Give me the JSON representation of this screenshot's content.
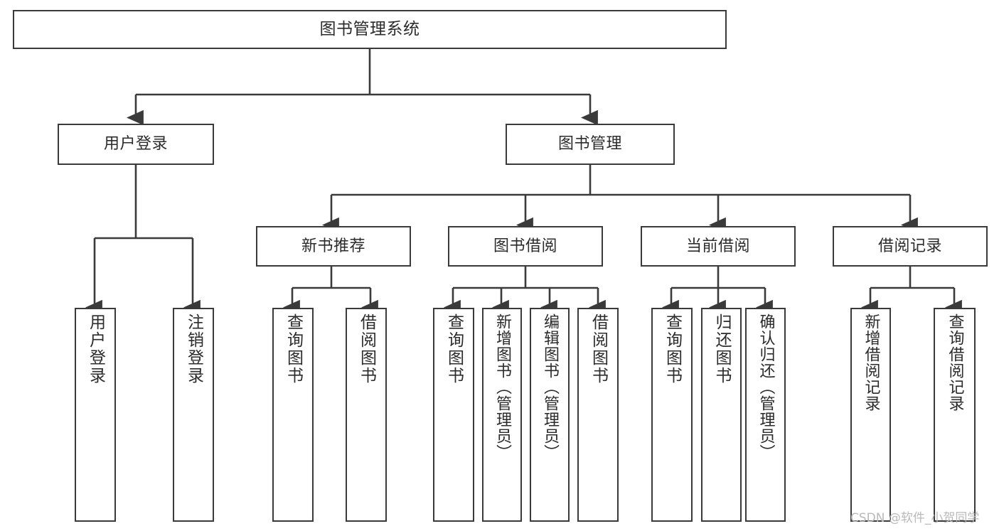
{
  "diagram": {
    "type": "tree-hierarchy-chart",
    "title": "图书管理系统",
    "background_color": "#ffffff",
    "line_color": "#3a3a3a",
    "text_color": "#2b2b2b",
    "root": {
      "label": "图书管理系统"
    },
    "level2": [
      {
        "label": "用户登录"
      },
      {
        "label": "图书管理"
      }
    ],
    "level3": [
      {
        "label": "新书推荐"
      },
      {
        "label": "图书借阅"
      },
      {
        "label": "当前借阅"
      },
      {
        "label": "借阅记录"
      }
    ],
    "leaves": {
      "user_login": [
        {
          "label": "用户登录"
        },
        {
          "label": "注销登录"
        }
      ],
      "new_book_recommend": [
        {
          "label": "查询图书"
        },
        {
          "label": "借阅图书"
        }
      ],
      "book_borrow": [
        {
          "label": "查询图书"
        },
        {
          "label": "新增图书（管理员）"
        },
        {
          "label": "编辑图书（管理员）"
        },
        {
          "label": "借阅图书"
        }
      ],
      "current_borrow": [
        {
          "label": "查询图书"
        },
        {
          "label": "归还图书"
        },
        {
          "label": "确认归还（管理员）"
        }
      ],
      "borrow_record": [
        {
          "label": "新增借阅记录"
        },
        {
          "label": "查询借阅记录"
        }
      ]
    }
  },
  "watermark": {
    "text": "CSDN @软件_小贺同学"
  }
}
